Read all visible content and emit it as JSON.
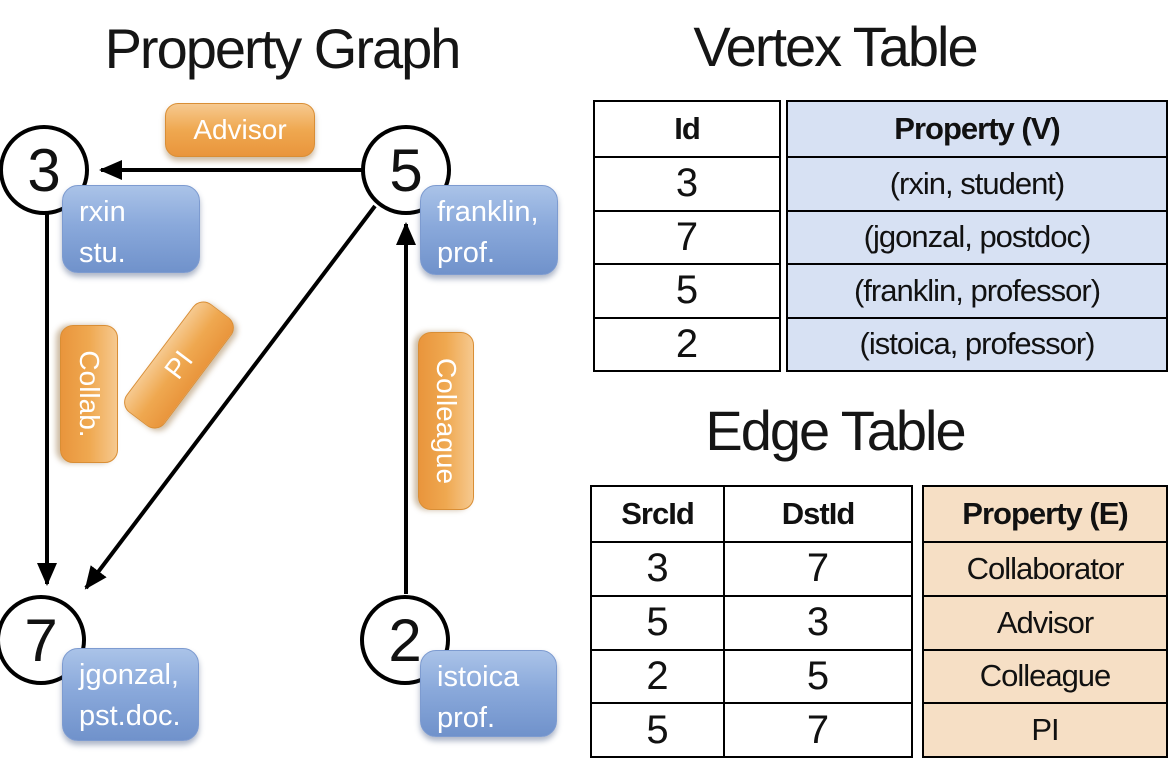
{
  "graph": {
    "title": "Property Graph",
    "nodes": {
      "n3": {
        "id": "3",
        "line1": "rxin",
        "line2": "stu."
      },
      "n5": {
        "id": "5",
        "line1": "franklin,",
        "line2": "prof."
      },
      "n7": {
        "id": "7",
        "line1": "jgonzal,",
        "line2": "pst.doc."
      },
      "n2": {
        "id": "2",
        "line1": "istoica",
        "line2": "prof."
      }
    },
    "edge_labels": {
      "advisor": "Advisor",
      "collab": "Collab.",
      "pi": "PI",
      "colleague": "Colleague"
    }
  },
  "vertex_table": {
    "title": "Vertex Table",
    "id_header": "Id",
    "property_header": "Property (V)",
    "rows": [
      {
        "id": "3",
        "property": "(rxin, student)"
      },
      {
        "id": "7",
        "property": "(jgonzal, postdoc)"
      },
      {
        "id": "5",
        "property": "(franklin, professor)"
      },
      {
        "id": "2",
        "property": "(istoica, professor)"
      }
    ]
  },
  "edge_table": {
    "title": "Edge Table",
    "src_header": "SrcId",
    "dst_header": "DstId",
    "property_header": "Property (E)",
    "rows": [
      {
        "src": "3",
        "dst": "7",
        "property": "Collaborator"
      },
      {
        "src": "5",
        "dst": "3",
        "property": "Advisor"
      },
      {
        "src": "2",
        "dst": "5",
        "property": "Colleague"
      },
      {
        "src": "5",
        "dst": "7",
        "property": "PI"
      }
    ]
  },
  "colors": {
    "edge_label_orange": "#EFA850",
    "vertex_box_blue": "#85A5D8",
    "vertex_table_fill": "#D7E1F3",
    "edge_table_fill": "#F6DFC5",
    "line_black": "#000000"
  }
}
